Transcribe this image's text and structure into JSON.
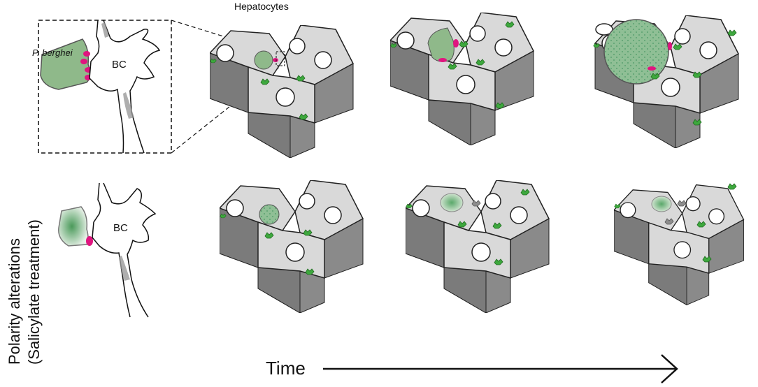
{
  "labels": {
    "top_title": "Hepatocytes",
    "parasite_name": "P. berghei",
    "bc_top": "BC",
    "bc_bottom": "BC",
    "side_line1": "Polarity alterations",
    "side_line2": "(Salicylate treatment)",
    "time": "Time"
  },
  "colors": {
    "parasite_green": "#8fb98a",
    "marker_magenta": "#e0157f",
    "cell_top": "#d9d9d9",
    "cell_side": "#8a8a8a",
    "leaf_green": "#3ea83e",
    "leaf_grey": "#8d8d8d"
  },
  "icons": [
    "bile-canaliculus-shape",
    "parasite-blob",
    "magenta-polarity-marker",
    "green-leaf-marker",
    "arrow-right-icon"
  ]
}
